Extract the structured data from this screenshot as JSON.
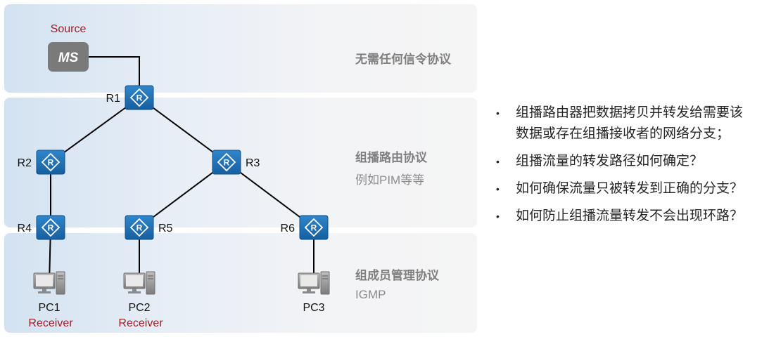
{
  "nodes": {
    "source": {
      "label": "Source",
      "device": "MS"
    },
    "routers": [
      {
        "id": "r1",
        "label": "R1",
        "glyph": "R"
      },
      {
        "id": "r2",
        "label": "R2",
        "glyph": "R"
      },
      {
        "id": "r3",
        "label": "R3",
        "glyph": "R"
      },
      {
        "id": "r4",
        "label": "R4",
        "glyph": "R"
      },
      {
        "id": "r5",
        "label": "R5",
        "glyph": "R"
      },
      {
        "id": "r6",
        "label": "R6",
        "glyph": "R"
      }
    ],
    "pcs": [
      {
        "id": "pc1",
        "label": "PC1",
        "role": "Receiver"
      },
      {
        "id": "pc2",
        "label": "PC2",
        "role": "Receiver"
      },
      {
        "id": "pc3",
        "label": "PC3",
        "role": ""
      }
    ]
  },
  "edges": [
    [
      "source",
      "r1"
    ],
    [
      "r1",
      "r2"
    ],
    [
      "r1",
      "r3"
    ],
    [
      "r2",
      "r4"
    ],
    [
      "r3",
      "r5"
    ],
    [
      "r3",
      "r6"
    ],
    [
      "r4",
      "pc1"
    ],
    [
      "r5",
      "pc2"
    ],
    [
      "r6",
      "pc3"
    ]
  ],
  "layers": {
    "top": {
      "title": "无需任何信令协议"
    },
    "middle": {
      "title": "组播路由协议",
      "subtitle": "例如PIM等等"
    },
    "bottom": {
      "title": "组成员管理协议",
      "subtitle": "IGMP"
    }
  },
  "bullets": [
    {
      "marker": "•",
      "lines": [
        "组播路由器把数据拷贝并转发给需要该",
        "数据或存在组播接收者的网络分支；"
      ]
    },
    {
      "marker": "•",
      "lines": [
        "组播流量的转发路径如何确定？"
      ]
    },
    {
      "marker": "•",
      "lines": [
        "如何确保流量只被转发到正确的分支？"
      ]
    },
    {
      "marker": "•",
      "lines": [
        "如何防止组播流量转发不会出现环路？"
      ]
    }
  ],
  "colors": {
    "router_fill": "#1c6db3",
    "router_border": "#0d4f8b",
    "source_fill": "#7a7a7a",
    "label_red": "#a21a22",
    "link": "#000000"
  }
}
